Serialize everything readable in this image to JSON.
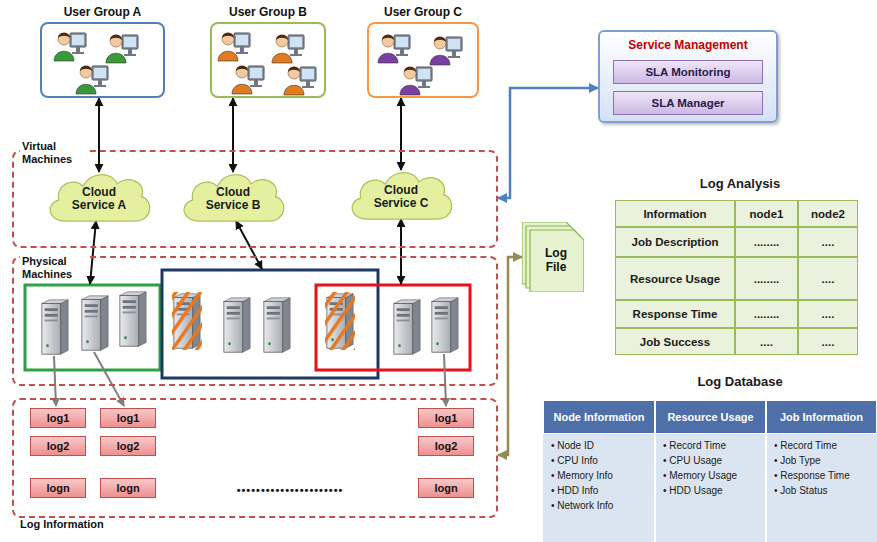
{
  "diagram": {
    "nodes": [
      {
        "text": [
          "User Group A"
        ]
      },
      {
        "text": [
          "User Group B"
        ]
      },
      {
        "text": [
          "User Group C"
        ]
      },
      {
        "text": [
          "Service Management"
        ]
      },
      {
        "text": [
          "SLA Monitoring"
        ],
        "in": 3
      },
      {
        "text": [
          "SLA Manager"
        ],
        "in": 3
      },
      {
        "text": [
          "Virtual Machines"
        ]
      },
      {
        "text": [
          "Cloud Service A"
        ],
        "in": 6
      },
      {
        "text": [
          "Cloud Service B"
        ],
        "in": 6
      },
      {
        "text": [
          "Cloud Service C"
        ],
        "in": 6
      },
      {
        "text": [
          "Physical Machines"
        ]
      },
      {
        "text": [
          "Log File"
        ]
      },
      {
        "text": [
          "Log Information"
        ]
      },
      {
        "text": [
          "log1"
        ],
        "in": 12
      },
      {
        "text": [
          "log1"
        ],
        "in": 12
      },
      {
        "text": [
          "log1"
        ],
        "in": 12
      },
      {
        "text": [
          "log2"
        ],
        "in": 12
      },
      {
        "text": [
          "log2"
        ],
        "in": 12
      },
      {
        "text": [
          "log2"
        ],
        "in": 12
      },
      {
        "text": [
          "logn"
        ],
        "in": 12
      },
      {
        "text": [
          "logn"
        ],
        "in": 12
      },
      {
        "text": [
          "logn"
        ],
        "in": 12
      }
    ],
    "edges": [
      {
        "from": 0,
        "to": 7,
        "arrow": "both"
      },
      {
        "from": 1,
        "to": 8,
        "arrow": "both"
      },
      {
        "from": 2,
        "to": 9,
        "arrow": "both"
      },
      {
        "from": 3,
        "to": 6,
        "arrow": "both"
      },
      {
        "from": 11,
        "to": 12,
        "arrow": "both"
      }
    ],
    "labels": [
      "Log Analysis",
      "Information",
      "node1",
      "node2",
      "Job Description",
      "........",
      "....",
      "Resource Usage",
      "........",
      "....",
      "Response Time",
      "........",
      "....",
      "Job Success",
      "....",
      "....",
      "Log Database",
      "Node Information",
      "Resource Usage",
      "Job Information",
      "• Node ID",
      "• CPU Info",
      "• Memory Info",
      "• HDD Info",
      "• Network Info",
      "• Record Time",
      "• CPU Usage",
      "• Memory Usage",
      "• HDD Usage",
      "• Record Time",
      "• Job Type",
      "• Response Time",
      "• Job Status",
      "••••••••••••••••••••••"
    ]
  }
}
